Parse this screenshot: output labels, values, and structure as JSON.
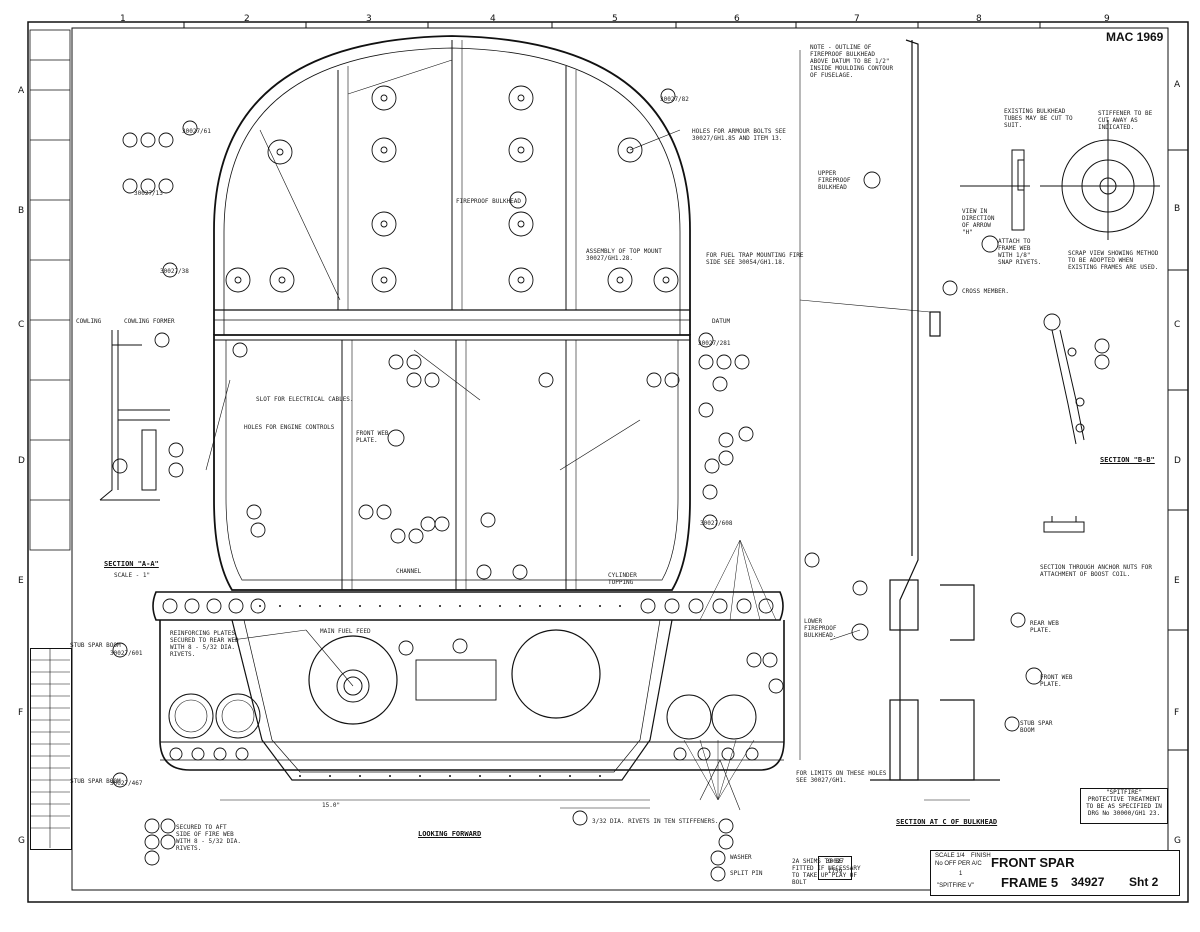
{
  "drawing": {
    "sheet_id": "MAC 1969",
    "title": "FRONT SPAR",
    "subtitle": "FRAME 5",
    "drawing_number": "34927",
    "sheet": "Sht 2",
    "aircraft": "\"SPITFIRE V\"",
    "qty_label": "No OFF PER A/C",
    "qty_value": "1",
    "scale_label": "SCALE 1/4",
    "finish_label": "FINISH"
  },
  "grid": {
    "columns": [
      "1",
      "2",
      "3",
      "4",
      "5",
      "6",
      "7",
      "8",
      "9"
    ],
    "rows": [
      "A",
      "B",
      "C",
      "D",
      "E",
      "F",
      "G"
    ]
  },
  "views": {
    "main": "LOOKING FORWARD",
    "section_aa": "SECTION \"A-A\"",
    "section_aa_scale": "SCALE - 1\"",
    "section_bb": "SECTION \"B-B\"",
    "section_cl": "SECTION AT C OF BULKHEAD"
  },
  "notes": {
    "firewall": "FIREPROOF BULKHEAD",
    "armour": "HOLES FOR ARMOUR BOLTS SEE 30027/GH1.85 AND ITEM 13.",
    "engine_mount": "ASSEMBLY OF TOP MOUNT 30027/GH1.28.",
    "fuel_trap": "FOR FUEL TRAP MOUNTING FIRE SIDE SEE 30054/GH1.18.",
    "upper_bulkhead": "UPPER FIREPROOF BULKHEAD",
    "cross_member": "CROSS MEMBER.",
    "main_fuel_feed": "MAIN FUEL FEED",
    "looking_forward_dims": "15.0\"",
    "stub_spar_boom": "STUB SPAR BOOM",
    "rear_web": "REAR WEB PLATE.",
    "front_web": "FRONT WEB PLATE.",
    "cylinder_tophing": "CYLINDER TOPPING",
    "shims": "2A SHIMS TO BE FITTED IF NECESSARY TO TAKE UP PLAY OF BOLT",
    "protective_1": "\"SPITFIRE\"",
    "protective_2": "PROTECTIVE TREATMENT",
    "protective_3": "TO BE AS SPECIFIED IN",
    "protective_4": "DRG No 30000/GH1 23.",
    "washer": "WASHER",
    "split_pin": "SPLIT PIN",
    "note_armour_ribs": "NOTE - OUTLINE OF FIREPROOF BULKHEAD ABOVE DATUM TO BE 1/2\" INSIDE MOULDING CONTOUR OF FUSELAGE.",
    "existing_tubes": "EXISTING BULKHEAD TUBES MAY BE CUT TO SUIT.",
    "spinner_cut": "STIFFENER TO BE CUT AWAY AS INDICATED.",
    "view_direction": "VIEW IN DIRECTION OF ARROW \"H\"",
    "attach_frame": "ATTACH TO FRAME WEB WITH 1/8\" SNAP RIVETS.",
    "scrap_view": "SCRAP VIEW SHOWING METHOD TO BE ADOPTED WHEN EXISTING FRAMES ARE USED.",
    "section_nut": "SECTION THROUGH ANCHOR NUTS FOR ATTACHMENT OF BOOST COIL.",
    "datum": "DATUM",
    "cowling": "COWLING",
    "cowling_former": "COWLING FORMER",
    "reinforcing": "REINFORCING PLATES SECURED TO REAR WEB WITH 8 - 5/32 DIA. RIVETS.",
    "secured_aft": "SECURED TO AFT SIDE OF FIRE WEB WITH 8 - 5/32 DIA. RIVETS.",
    "channel": "CHANNEL",
    "front_web_plate": "FRONT WEB PLATE.",
    "slot_cables": "SLOT FOR ELECTRICAL CABLES.",
    "holes_engine": "HOLES FOR ENGINE CONTROLS",
    "dia_rivets_ten": "3/32 DIA. RIVETS IN TEN STIFFENERS.",
    "lower_bulkhead": "LOWER FIREPROOF BULKHEAD.",
    "for_limits": "FOR LIMITS ON THESE HOLES SEE 30027/GH1."
  },
  "parts": [
    "30027/13",
    "30027/38",
    "30027/61",
    "30027/82",
    "30027/281",
    "30027/467",
    "30027/601",
    "30027/608",
    "30027/1759"
  ],
  "stamp": {
    "line1": "30027",
    "line2": "1759"
  }
}
